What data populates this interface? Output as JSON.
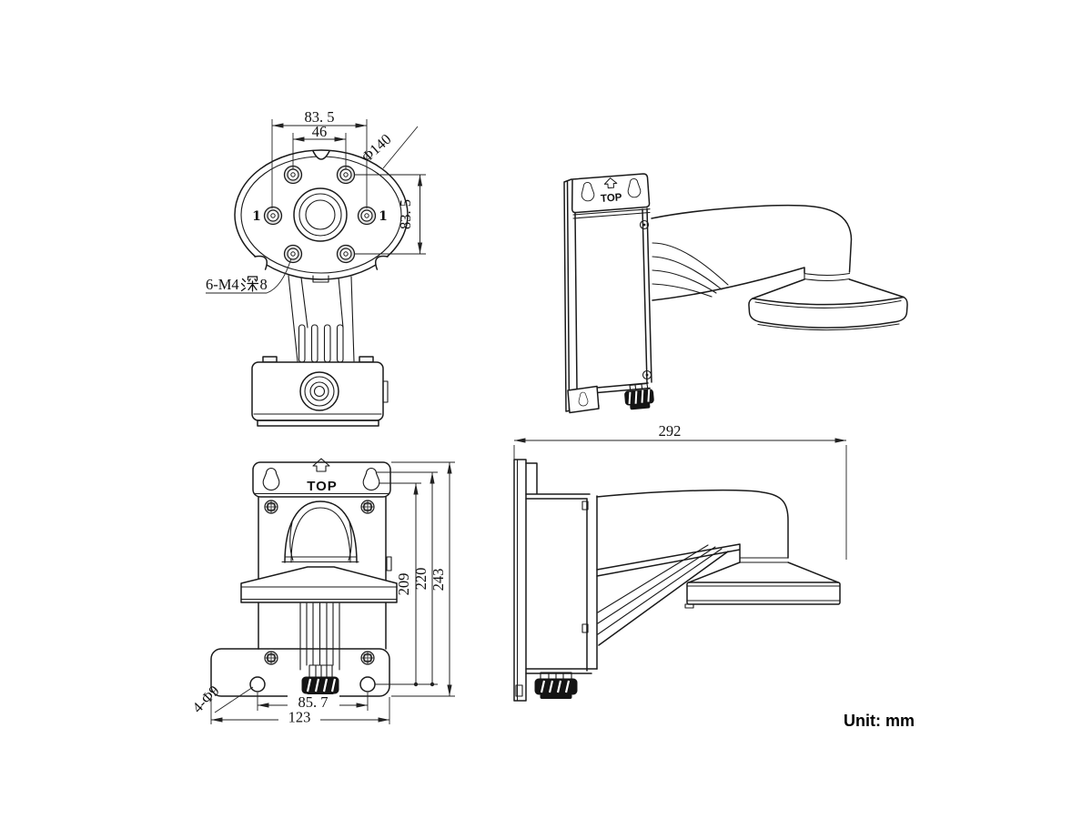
{
  "top_view": {
    "dim_hole_span_h": "83. 5",
    "dim_hole_span_inner": "46",
    "dim_plate_diameter": "Φ140",
    "dim_hole_span_v": "83. 5",
    "marker_left": "1",
    "marker_right": "1",
    "thread_note": "6-M4深8",
    "thread_note_prefix": "6-M4",
    "thread_note_suffix": "8"
  },
  "perspective_view": {
    "top_marking": "TOP"
  },
  "front_view": {
    "top_marking": "TOP",
    "dim_height_keyhole_center": "209",
    "dim_height_keyhole_top": "220",
    "dim_height_total": "243",
    "dim_hole_span": "85. 7",
    "dim_base_width": "123",
    "hole_note": "4-Φ9"
  },
  "side_view": {
    "dim_depth": "292"
  },
  "footer": {
    "unit_label": "Unit: mm"
  }
}
